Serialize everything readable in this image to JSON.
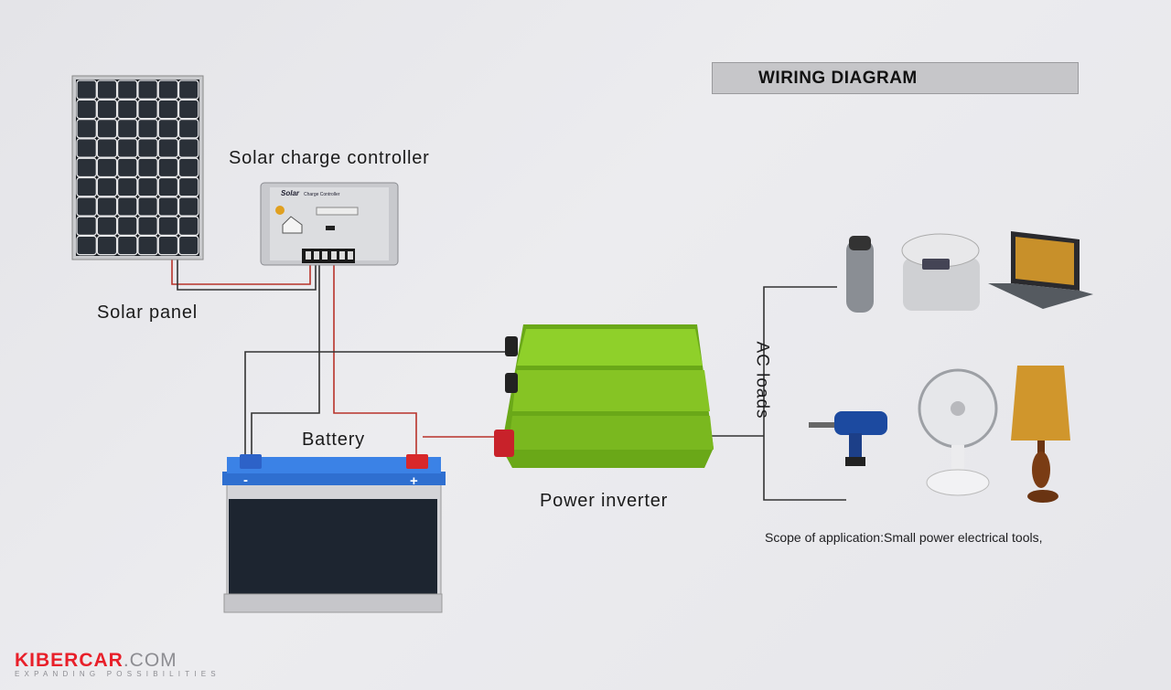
{
  "title": "WIRING DIAGRAM",
  "components": {
    "solar_panel": "Solar panel",
    "charge_controller": "Solar charge controller",
    "battery": "Battery",
    "inverter": "Power inverter",
    "ac_loads": "AC loads"
  },
  "controller_face": {
    "brand": "Solar",
    "subtitle": "Charge Controller"
  },
  "battery_terminals": {
    "negative": "-",
    "positive": "+"
  },
  "scope_note": "Scope of application:Small power electrical tools,",
  "appliances": [
    "shaver",
    "rice-cooker",
    "laptop",
    "drill",
    "fan",
    "lamp"
  ],
  "logo": {
    "brand": "KIBERCAR",
    "domain": ".COM",
    "tagline": "EXPANDING POSSIBILITIES"
  },
  "colors": {
    "wire_red": "#b8322a",
    "wire_black": "#2a2a2a",
    "inverter_green": "#7fc21f",
    "battery_blue": "#2f6fd0"
  }
}
